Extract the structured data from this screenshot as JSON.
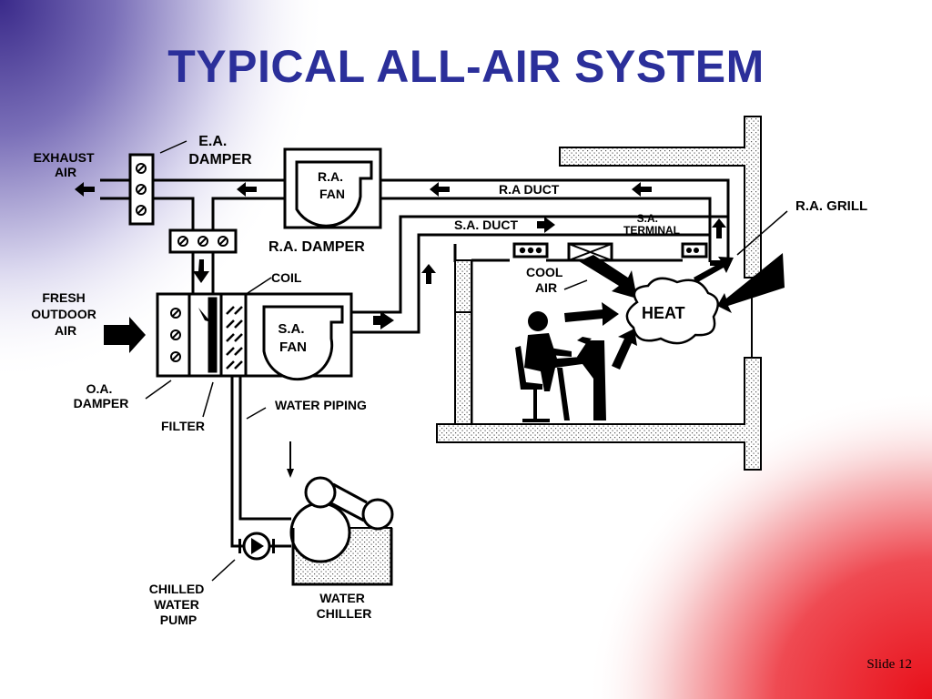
{
  "slide": {
    "title": "TYPICAL ALL-AIR SYSTEM",
    "slide_number": "Slide 12"
  },
  "labels": {
    "exhaust_air": [
      "EXHAUST",
      "AIR"
    ],
    "ea_damper": [
      "E.A.",
      "DAMPER"
    ],
    "ra_fan": [
      "R.A.",
      "FAN"
    ],
    "ra_duct": "R.A DUCT",
    "ra_grill": "R.A. GRILL",
    "sa_duct": "S.A. DUCT",
    "sa_terminal": [
      "S.A.",
      "TERMINAL"
    ],
    "ra_damper": "R.A. DAMPER",
    "coil": "COIL",
    "cool_air": [
      "COOL",
      "AIR"
    ],
    "fresh_outdoor_air": [
      "FRESH",
      "OUTDOOR",
      "AIR"
    ],
    "sa_fan": [
      "S.A.",
      "FAN"
    ],
    "heat": "HEAT",
    "oa_damper": [
      "O.A.",
      "DAMPER"
    ],
    "filter": "FILTER",
    "water_piping": "WATER PIPING",
    "chilled_water_pump": [
      "CHILLED",
      "WATER",
      "PUMP"
    ],
    "water_chiller": [
      "WATER",
      "CHILLER"
    ]
  },
  "colors": {
    "title": "#2b2f9a",
    "corner_top_left": "#3a2a8a",
    "corner_bottom_right": "#e8101a",
    "hatch": "#6a6a6a"
  }
}
